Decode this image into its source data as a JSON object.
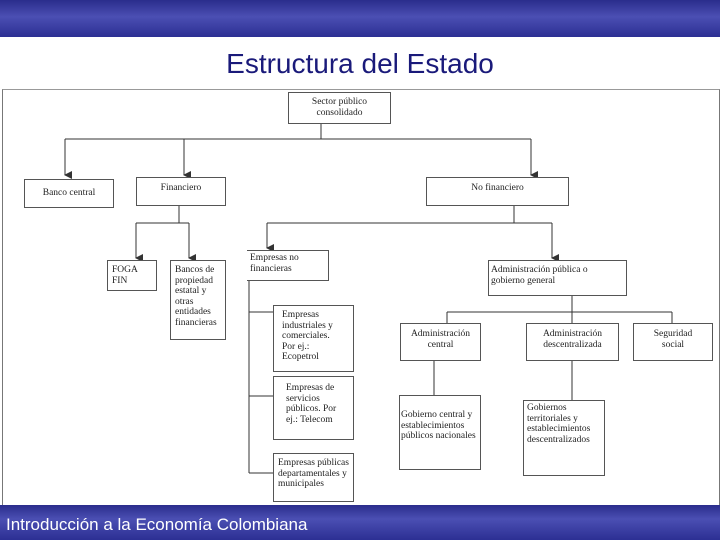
{
  "slide": {
    "title": "Estructura del Estado",
    "footer": "Introducción a la Economía Colombiana"
  },
  "diagram": {
    "nodes": {
      "sector_publico": "Sector público consolidado",
      "banco_central": "Banco central",
      "financiero": "Financiero",
      "no_financiero": "No financiero",
      "fogafin": "FOGA FIN",
      "bancos": "Bancos de propiedad estatal y otras entidades financieras",
      "empresas_no_fin": "Empresas no financieras",
      "admin_publica": "Administración pública o gobierno general",
      "emp_industriales": "Empresas industriales y comerciales. Por ej.: Ecopetrol",
      "emp_servicios": "Empresas de servicios públicos. Por ej.: Telecom",
      "emp_publicas": "Empresas públicas departamentales y municipales",
      "admin_central": "Administración central",
      "admin_descentralizada": "Administración descentralizada",
      "seguridad_social": "Seguridad social",
      "gobierno_central": "Gobierno central y establecimientos públicos nacionales",
      "gobiernos_territoriales": "Gobiernos territoriales y establecimientos descentralizados"
    }
  }
}
